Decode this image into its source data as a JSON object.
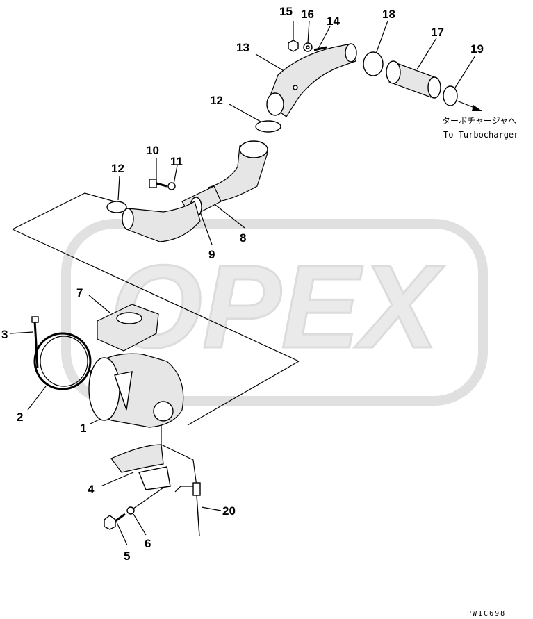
{
  "watermark": {
    "text": "OPEX",
    "color": "#c8c8c8"
  },
  "callouts": [
    "1",
    "2",
    "3",
    "4",
    "5",
    "6",
    "7",
    "8",
    "9",
    "10",
    "11",
    "12",
    "12",
    "13",
    "14",
    "15",
    "16",
    "17",
    "18",
    "19",
    "20"
  ],
  "destination": {
    "japanese": "ターボチャージャへ",
    "english": "To Turbocharger"
  },
  "drawing_code": "PW1C698"
}
